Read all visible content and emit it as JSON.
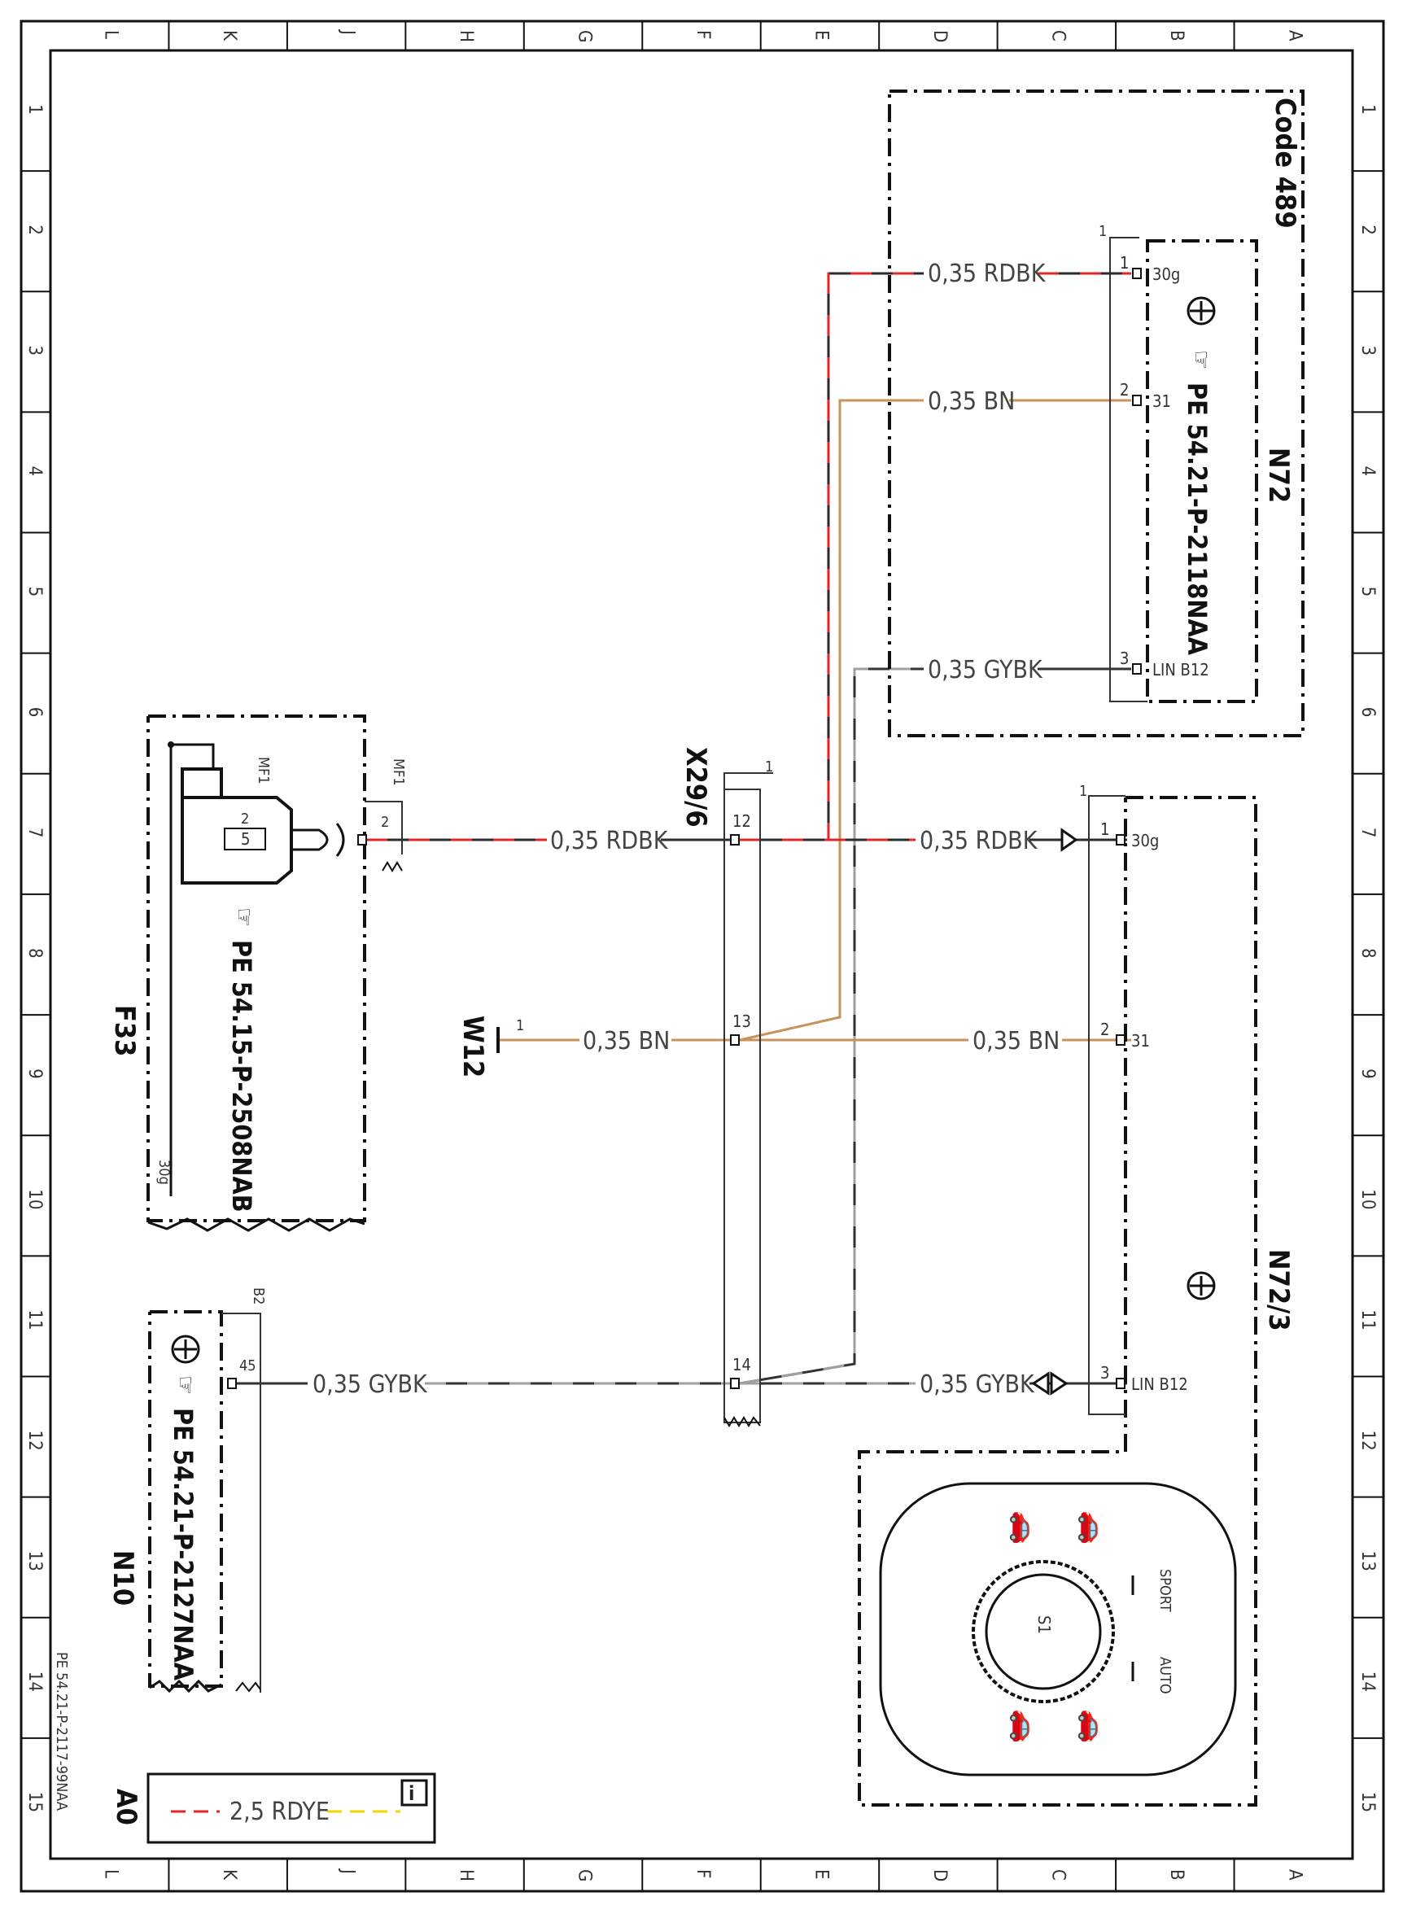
{
  "sheet": {
    "columns": [
      "L",
      "K",
      "J",
      "H",
      "G",
      "F",
      "E",
      "D",
      "C",
      "B",
      "A"
    ],
    "rows": [
      "1",
      "2",
      "3",
      "4",
      "5",
      "6",
      "7",
      "8",
      "9",
      "10",
      "11",
      "12",
      "13",
      "14",
      "15"
    ],
    "doc_number": "PE 54.21-P-2117-99NAA",
    "size": "A0"
  },
  "components": {
    "n72": {
      "id": "N72",
      "code": "Code 489",
      "ref": "PE 54.21-P-2118NAA",
      "pins": [
        "30g",
        "31",
        "LIN B12"
      ],
      "pin_numbers": [
        "1",
        "2",
        "3"
      ],
      "bracket_top": "1"
    },
    "n72_3": {
      "id": "N72/3",
      "pins": [
        "30g",
        "31",
        "LIN B12"
      ],
      "pin_numbers": [
        "1",
        "2",
        "3"
      ],
      "bracket_top": "1",
      "switch_label": "S1",
      "sport": "SPORT",
      "auto": "AUTO"
    },
    "x29_6": {
      "id": "X29/6",
      "pins": [
        "12",
        "13",
        "14"
      ],
      "bracket_top": "1"
    },
    "f33": {
      "id": "F33",
      "ref": "PE 54.15-P-2508NAB",
      "mf1": "MF1",
      "mf1_conn": "MF1",
      "fuse_pin": "2",
      "fuse_value": "5",
      "bus_label": "30g"
    },
    "w12": {
      "id": "W12",
      "pin": "1"
    },
    "n10": {
      "id": "N10",
      "ref": "PE 54.21-P-2127NAA",
      "connector": "B2",
      "pin": "45"
    }
  },
  "wires": {
    "rdbk_n72": "0,35 RDBK",
    "bn_n72": "0,35 BN",
    "gybk_n72": "0,35 GYBK",
    "rdbk_f33": "0,35 RDBK",
    "rdbk_n723": "0,35 RDBK",
    "bn_w12": "0,35 BN",
    "bn_n723": "0,35 BN",
    "gybk_n10": "0,35 GYBK",
    "gybk_n723": "0,35 GYBK"
  },
  "legend": {
    "label": "2,5 RDYE",
    "info_icon": "info-icon"
  },
  "colors": {
    "rdbk_red": "#e0262a",
    "rdbk_black": "#2b2b2b",
    "bn": "#c8925a",
    "gybk_grey": "#a0a0a0",
    "gybk_black": "#333333",
    "ye": "#f2d600"
  }
}
